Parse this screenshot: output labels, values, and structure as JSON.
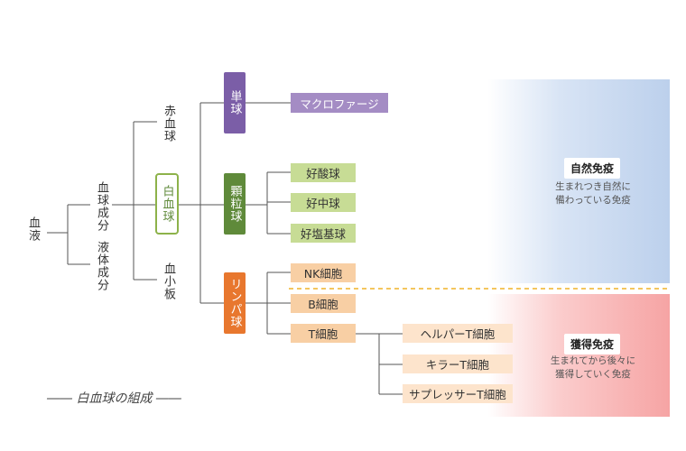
{
  "root": "血液",
  "components": {
    "cellular": "血球成分",
    "liquid": "液体成分"
  },
  "blood_cells": {
    "red": "赤血球",
    "white": "白血球",
    "platelet": "血小板"
  },
  "wbc_types": {
    "mono": "単球",
    "granulo": "顆粒球",
    "lympho": "リンパ球"
  },
  "cells": {
    "macrophage": "マクロファージ",
    "neutrophil_acid": "好酸球",
    "neutrophil": "好中球",
    "basophil": "好塩基球",
    "nk": "NK細胞",
    "b": "B細胞",
    "t": "T細胞",
    "helper": "ヘルパーT細胞",
    "killer": "キラーT細胞",
    "suppressor": "サプレッサーT細胞"
  },
  "immunity": {
    "innate_title": "自然免疫",
    "innate_desc_1": "生まれつき自然に",
    "innate_desc_2": "備わっている免疫",
    "acquired_title": "獲得免疫",
    "acquired_desc_1": "生まれてから後々に",
    "acquired_desc_2": "獲得していく免疫"
  },
  "caption": "―― 白血球の組成 ――",
  "colors": {
    "purple": "#7b5ea7",
    "purple_light": "#a48cc4",
    "green": "#5f8a3a",
    "green_light": "#c7dc95",
    "orange": "#e8772e",
    "orange_light": "#f8cfa4",
    "orange_pale": "#fde4cc",
    "dash": "#f0b429"
  }
}
